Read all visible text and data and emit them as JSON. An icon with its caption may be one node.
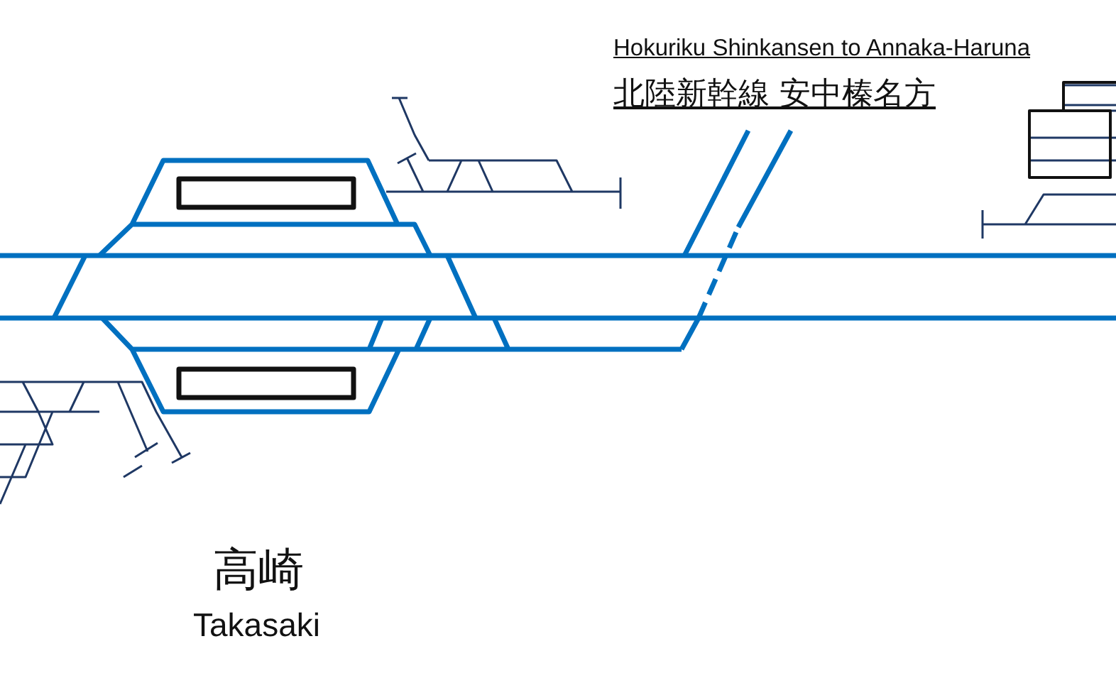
{
  "diagram": {
    "labels": [
      "Hokuriku Shinkansen to Annaka-Haruna",
      "北陸新幹線 安中榛名方",
      "高崎",
      "Takasaki"
    ]
  }
}
